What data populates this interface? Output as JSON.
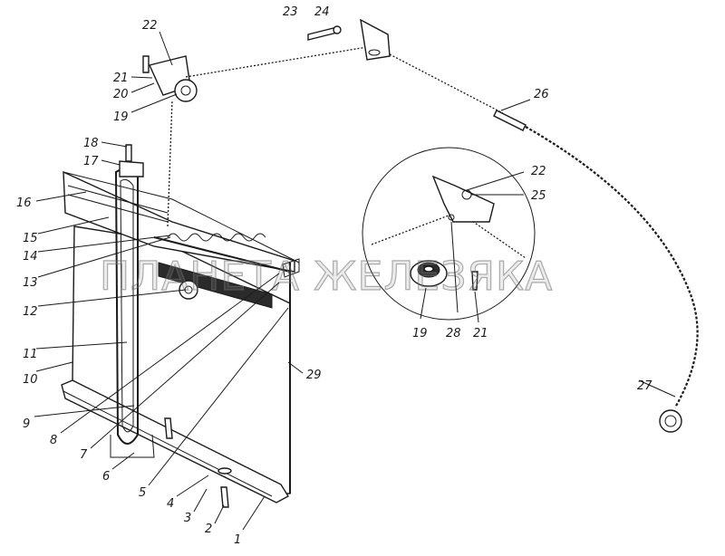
{
  "watermark": "ПЛАНЕТА ЖЕЛЕЗЯКА",
  "callouts": [
    "1",
    "2",
    "3",
    "4",
    "5",
    "6",
    "7",
    "8",
    "9",
    "10",
    "11",
    "12",
    "13",
    "14",
    "15",
    "16",
    "17",
    "18",
    "19",
    "20",
    "21",
    "22",
    "23",
    "24",
    "25",
    "26",
    "27",
    "28",
    "29"
  ],
  "inset_callouts": [
    "22",
    "25",
    "19",
    "28",
    "21"
  ],
  "colors": {
    "ink": "#1a1a1a",
    "paper": "#ffffff",
    "watermark": "#8c8c8c"
  }
}
